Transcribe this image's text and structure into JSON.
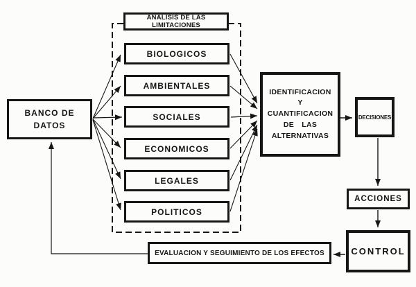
{
  "diagram": {
    "colors": {
      "ink": "#161616",
      "paper": "#fcfcfa"
    },
    "frame": {
      "style": "dashed",
      "contains": "limitation factors"
    },
    "nodes": {
      "banco": {
        "label": "BANCO DE\nDATOS"
      },
      "analisis": {
        "label": "ANALISIS DE LAS LIMITACIONES"
      },
      "biologicos": {
        "label": "BIOLOGICOS"
      },
      "ambientales": {
        "label": "AMBIENTALES"
      },
      "sociales": {
        "label": "SOCIALES"
      },
      "economicos": {
        "label": "ECONOMICOS"
      },
      "legales": {
        "label": "LEGALES"
      },
      "politicos": {
        "label": "POLITICOS"
      },
      "identificacion": {
        "label": "IDENTIFICACION\nY\nCUANTIFICACION\nDE LAS\nALTERNATIVAS"
      },
      "decisiones": {
        "label": "DECISIONES"
      },
      "acciones": {
        "label": "ACCIONES"
      },
      "control": {
        "label": "CONTROL"
      },
      "evaluacion": {
        "label": "EVALUACION Y SEGUIMIENTO DE LOS EFECTOS"
      }
    },
    "edges": [
      {
        "from": "banco",
        "to": "biologicos"
      },
      {
        "from": "banco",
        "to": "ambientales"
      },
      {
        "from": "banco",
        "to": "sociales"
      },
      {
        "from": "banco",
        "to": "economicos"
      },
      {
        "from": "banco",
        "to": "legales"
      },
      {
        "from": "banco",
        "to": "politicos"
      },
      {
        "from": "biologicos",
        "to": "identificacion"
      },
      {
        "from": "ambientales",
        "to": "identificacion"
      },
      {
        "from": "sociales",
        "to": "identificacion"
      },
      {
        "from": "economicos",
        "to": "identificacion"
      },
      {
        "from": "legales",
        "to": "identificacion"
      },
      {
        "from": "politicos",
        "to": "identificacion"
      },
      {
        "from": "identificacion",
        "to": "decisiones"
      },
      {
        "from": "decisiones",
        "to": "acciones"
      },
      {
        "from": "acciones",
        "to": "control"
      },
      {
        "from": "control",
        "to": "evaluacion"
      },
      {
        "from": "evaluacion",
        "to": "banco"
      }
    ]
  }
}
